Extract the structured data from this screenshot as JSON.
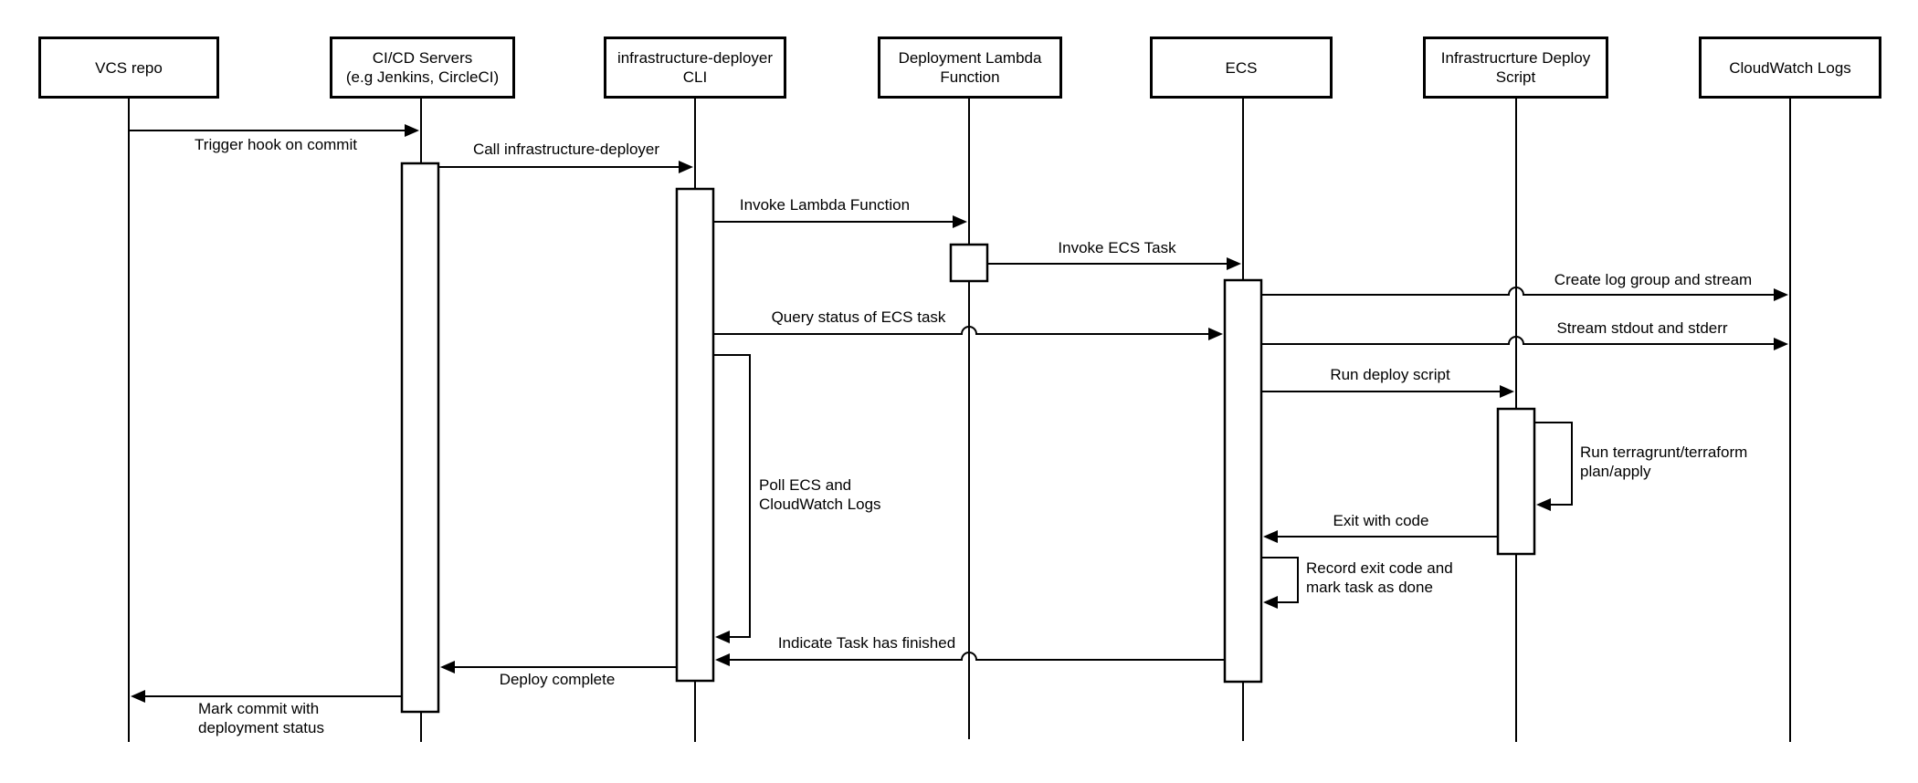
{
  "diagram": {
    "type": "uml-sequence",
    "background_color": "#ffffff",
    "line_color": "#000000",
    "participants": [
      {
        "label": "VCS repo"
      },
      {
        "label": "CI/CD Servers\n(e.g Jenkins, CircleCI)"
      },
      {
        "label": "infrastructure-deployer\nCLI"
      },
      {
        "label": "Deployment Lambda\nFunction"
      },
      {
        "label": "ECS"
      },
      {
        "label": "Infrastrucrture Deploy\nScript"
      },
      {
        "label": "CloudWatch Logs"
      }
    ],
    "messages": {
      "trigger_hook": "Trigger hook on commit",
      "call_deployer": "Call infrastructure-deployer",
      "invoke_lambda": "Invoke Lambda Function",
      "invoke_ecs_task": "Invoke ECS Task",
      "create_log_group": "Create log group and stream",
      "query_status": "Query status of ECS task",
      "stream_stdout": "Stream stdout and stderr",
      "run_deploy_script": "Run deploy script",
      "run_terragrunt": "Run terragrunt/terraform\nplan/apply",
      "poll_ecs": "Poll ECS and\nCloudWatch Logs",
      "exit_with_code": "Exit with code",
      "record_exit": "Record exit code and\nmark task as done",
      "indicate_finished": "Indicate Task has finished",
      "deploy_complete": "Deploy complete",
      "mark_commit": "Mark commit with\ndeployment status"
    }
  }
}
